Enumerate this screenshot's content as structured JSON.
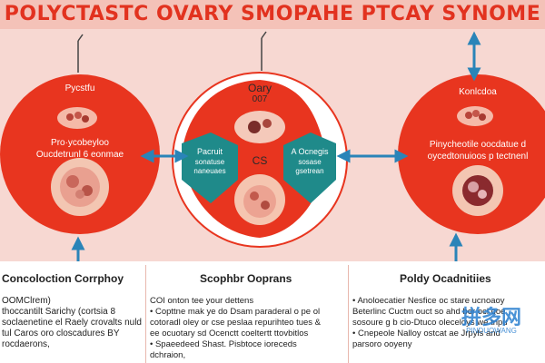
{
  "title": "POLYCTASTC OVARY SMOPAHE PTCAY SYNOME",
  "left_circle": {
    "top_label": "Pycstfu",
    "line1": "Pro·ycobeyloo",
    "line2": "Oucdetrunl 6 eonmae"
  },
  "center_circle": {
    "top_label": "Oary",
    "sub_label": "007",
    "left_shield": [
      "Pacruit",
      "sonatuse",
      "naneuaes"
    ],
    "center_text": "CS",
    "right_shield": [
      "A Ocnegis",
      "sosase",
      "gsetrean"
    ]
  },
  "right_circle": {
    "top_label": "Konlcdoa",
    "line1": "Pinycheotile oocdatue d",
    "line2": "oycedtonuioos p tectnenl"
  },
  "columns": [
    {
      "heading": "Concoloction Corrphoy",
      "lines": [
        "OOMClrem)",
        "thoccantilt Sarichy (cortsia 8",
        "soclaenetine el Raely crovalts nuld",
        "tul Caros oro closcadures BY",
        "rocdaerons,"
      ]
    },
    {
      "heading": "Scophbr Ooprans",
      "lines": [
        "COI onton tee your dettens",
        "• Copttne mak ye do Dsam paraderal o pe ol",
        "  cotoradl oley or cse peslaa repurihteo tues &",
        "  ee ocuotary sd Ocenctt coeltertt ttovbitlos",
        "• Spaeedeed Shast. Pisbtoce ioreceds",
        "  dchraion,"
      ]
    },
    {
      "heading": "Poldy Ocadnitiies",
      "lines": [
        "• Anoloecatier Nesfice oc stare ucnoaoy",
        "  Beterlinc Cuctm ouct so ahd bor ocl ooe",
        "  sosoure g b cio-Dtuco oleceloys we tnpu",
        "• Cnepeole Nalloy ostcat ae Jrpyls and",
        "  parsoro ooyeny"
      ]
    }
  ],
  "watermark": {
    "brand_main": "拼多网",
    "brand_sub": "PINDUOWANG"
  },
  "colors": {
    "accent_red": "#e8351f",
    "teal": "#1f8a8a",
    "arrow_blue": "#2a84b8",
    "background_pink": "#f7d8d2"
  }
}
